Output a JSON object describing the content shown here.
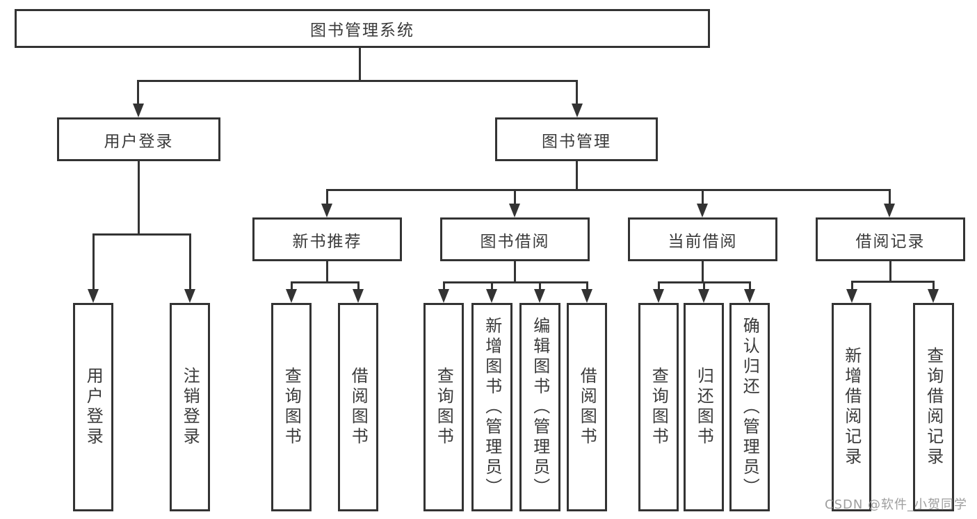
{
  "tree": {
    "root": {
      "label": "图书管理系统"
    },
    "branches": [
      {
        "label": "用户登录",
        "children": [
          {
            "label": "用户登录"
          },
          {
            "label": "注销登录"
          }
        ]
      },
      {
        "label": "图书管理",
        "groups": [
          {
            "label": "新书推荐",
            "children": [
              {
                "label": "查询图书"
              },
              {
                "label": "借阅图书"
              }
            ]
          },
          {
            "label": "图书借阅",
            "children": [
              {
                "label": "查询图书"
              },
              {
                "label": "新增图书（管理员）"
              },
              {
                "label": "编辑图书（管理员）"
              },
              {
                "label": "借阅图书"
              }
            ]
          },
          {
            "label": "当前借阅",
            "children": [
              {
                "label": "查询图书"
              },
              {
                "label": "归还图书"
              },
              {
                "label": "确认归还（管理员）"
              }
            ]
          },
          {
            "label": "借阅记录",
            "children": [
              {
                "label": "新增借阅记录"
              },
              {
                "label": "查询借阅记录"
              }
            ]
          }
        ]
      }
    ]
  },
  "watermark": {
    "text": "CSDN @软件_小贺同学"
  },
  "colors": {
    "line": "#333333",
    "text": "#3a3a3a",
    "background": "#ffffff",
    "watermark": "#949494"
  }
}
